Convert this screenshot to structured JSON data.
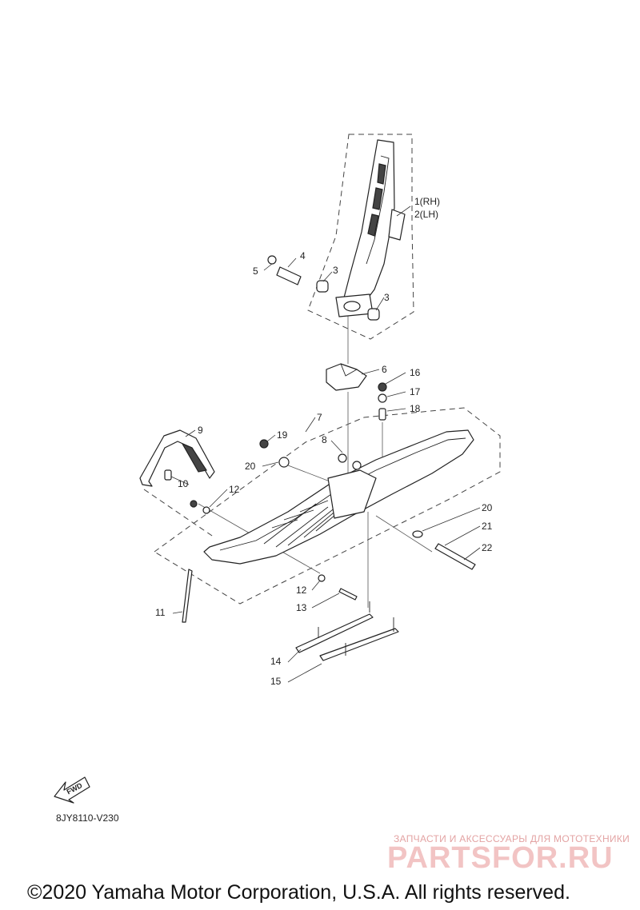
{
  "diagram": {
    "callouts": [
      {
        "id": "c1",
        "text": "1(RH)"
      },
      {
        "id": "c2",
        "text": "2(LH)"
      },
      {
        "id": "c3a",
        "text": "3"
      },
      {
        "id": "c3b",
        "text": "3"
      },
      {
        "id": "c4",
        "text": "4"
      },
      {
        "id": "c5",
        "text": "5"
      },
      {
        "id": "c6",
        "text": "6"
      },
      {
        "id": "c7",
        "text": "7"
      },
      {
        "id": "c8",
        "text": "8"
      },
      {
        "id": "c9",
        "text": "9"
      },
      {
        "id": "c10",
        "text": "10"
      },
      {
        "id": "c11",
        "text": "11"
      },
      {
        "id": "c12a",
        "text": "12"
      },
      {
        "id": "c12b",
        "text": "12"
      },
      {
        "id": "c13",
        "text": "13"
      },
      {
        "id": "c14",
        "text": "14"
      },
      {
        "id": "c15",
        "text": "15"
      },
      {
        "id": "c16",
        "text": "16"
      },
      {
        "id": "c17",
        "text": "17"
      },
      {
        "id": "c18",
        "text": "18"
      },
      {
        "id": "c19",
        "text": "19"
      },
      {
        "id": "c20a",
        "text": "20"
      },
      {
        "id": "c20b",
        "text": "20"
      },
      {
        "id": "c21",
        "text": "21"
      },
      {
        "id": "c22",
        "text": "22"
      }
    ],
    "fwd_label": "FWD",
    "diagram_code": "8JY8110-V230"
  },
  "watermark": {
    "tagline": "ЗАПЧАСТИ И АКСЕССУАРЫ ДЛЯ МОТОТЕХНИКИ",
    "brand": "PARTSFOR.RU"
  },
  "footer": {
    "copyright": "©2020 Yamaha Motor Corporation, U.S.A. All rights reserved."
  }
}
